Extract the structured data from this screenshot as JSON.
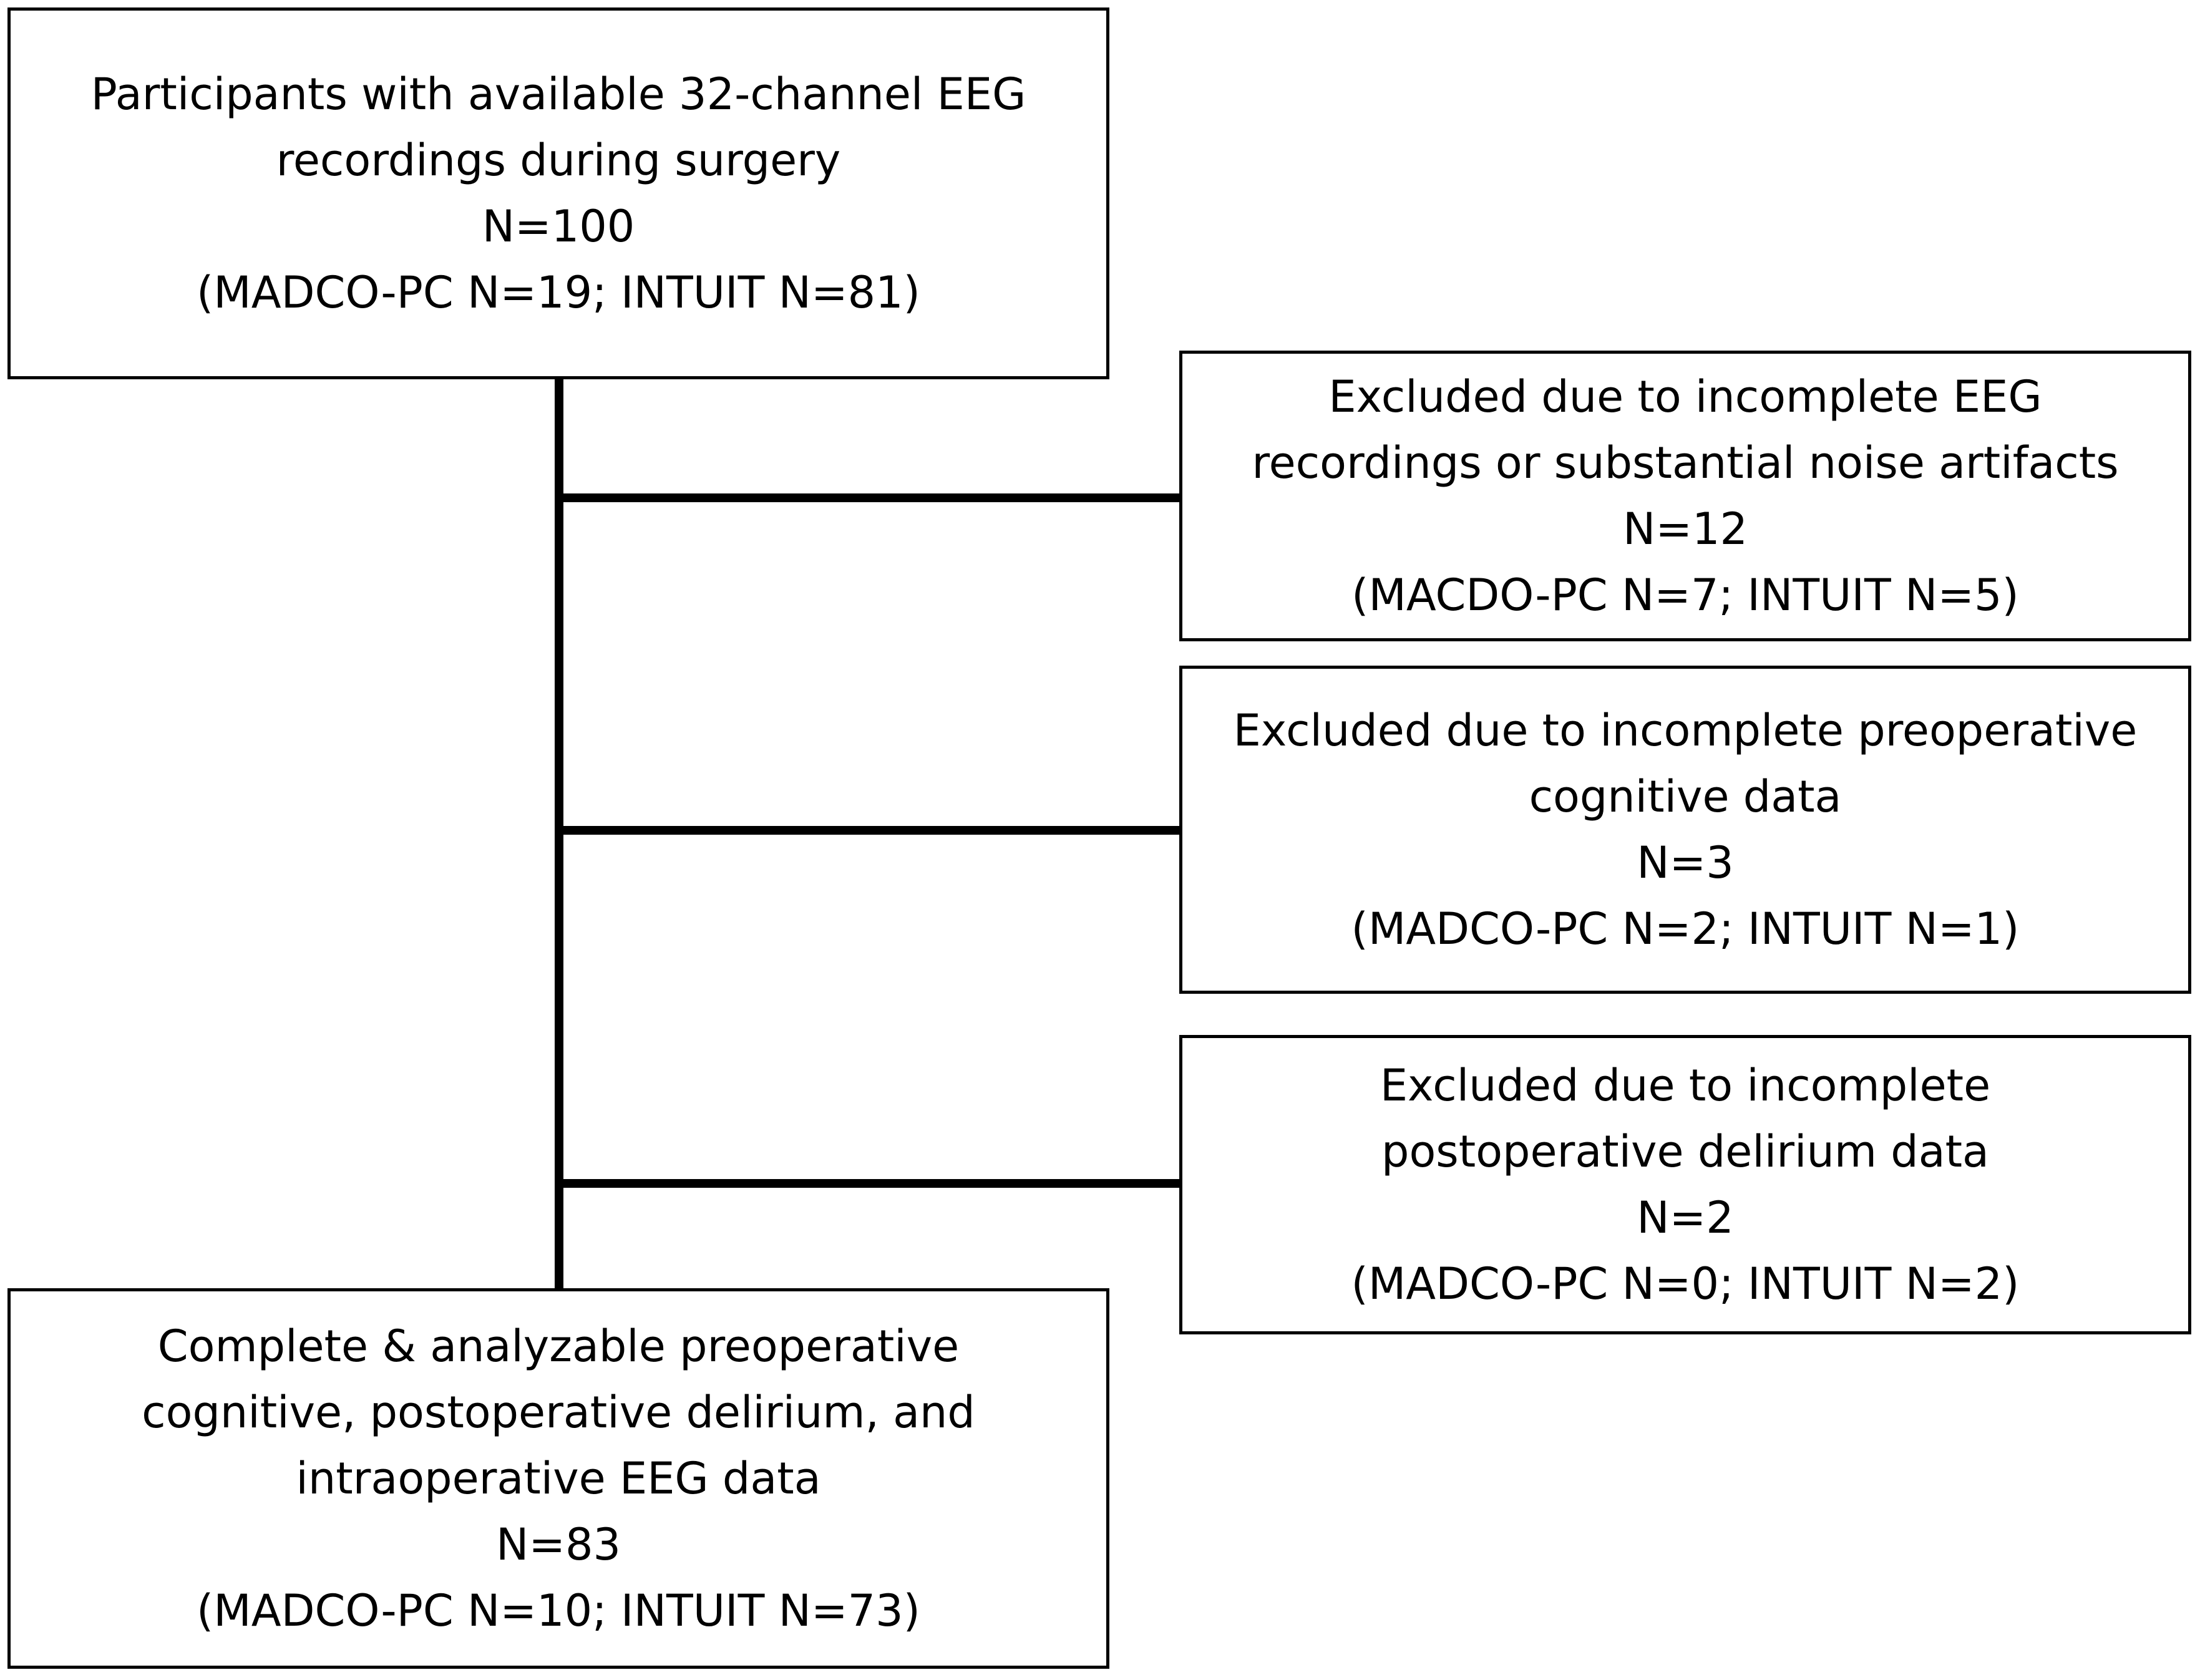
{
  "top_box": {
    "lines": [
      "Participants with available 32-channel EEG",
      "recordings during surgery",
      "N=100",
      "(MADCO-PC N=19; INTUIT N=81)"
    ]
  },
  "exclusions": [
    {
      "lines": [
        "Excluded due to incomplete EEG",
        "recordings or substantial noise artifacts",
        "N=12",
        "(MACDO-PC N=7; INTUIT N=5)"
      ]
    },
    {
      "lines": [
        "Excluded due to incomplete preoperative",
        "cognitive data",
        "N=3",
        "(MADCO-PC N=2; INTUIT N=1)"
      ]
    },
    {
      "lines": [
        "Excluded due to incomplete",
        "postoperative delirium data",
        "N=2",
        "(MADCO-PC N=0; INTUIT N=2)"
      ]
    }
  ],
  "bottom_box": {
    "lines": [
      "Complete & analyzable preoperative",
      "cognitive, postoperative delirium, and",
      "intraoperative EEG data",
      "N=83",
      "(MADCO-PC N=10; INTUIT N=73)"
    ]
  }
}
